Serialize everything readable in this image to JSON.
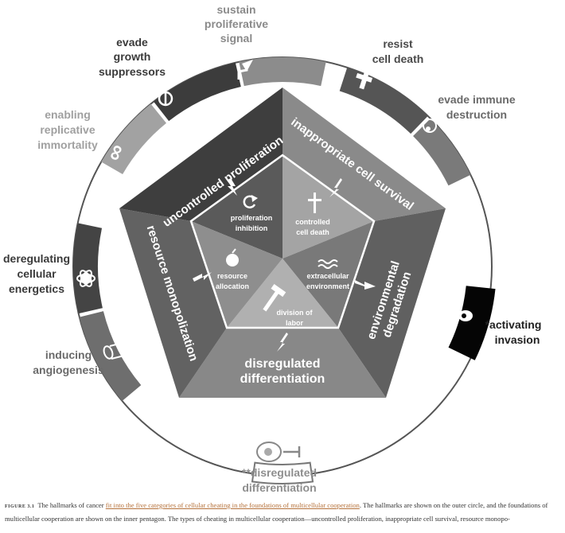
{
  "figure": {
    "outer_circle_hallmarks": [
      {
        "id": "sustain",
        "lines": [
          "sustain",
          "proliferative",
          "signal"
        ],
        "icon": "arrow-turn-icon",
        "label_color": "#8a8a8a",
        "band_color": "#8c8c8c"
      },
      {
        "id": "evade-growth",
        "lines": [
          "evade",
          "growth",
          "suppressors"
        ],
        "icon": "no-entry-icon",
        "label_color": "#3a3a3a",
        "band_color": "#3c3c3c"
      },
      {
        "id": "replicative",
        "lines": [
          "enabling",
          "replicative",
          "immortality"
        ],
        "icon": "infinity-icon",
        "label_color": "#a0a0a0",
        "band_color": "#a2a2a2"
      },
      {
        "id": "energetics",
        "lines": [
          "deregulating",
          "cellular",
          "energetics"
        ],
        "icon": "atom-icon",
        "label_color": "#3a3a3a",
        "band_color": "#444444"
      },
      {
        "id": "angiogenesis",
        "lines": [
          "inducing",
          "angiogenesis"
        ],
        "icon": "vessel-icon",
        "label_color": "#6a6a6a",
        "band_color": "#6e6e6e"
      },
      {
        "id": "differentiation",
        "lines": [
          "**disregulated",
          "differentiation"
        ],
        "icon": "cell-inhibit-icon",
        "label_color": "#8e8e8e",
        "band_color": "#ffffff"
      },
      {
        "id": "invasion",
        "lines": [
          "*activating",
          "invasion"
        ],
        "icon": "invading-cell-icon",
        "label_color": "#222222",
        "band_color": "#050505"
      },
      {
        "id": "immune",
        "lines": [
          "evade immune",
          "destruction"
        ],
        "icon": "immune-cell-icon",
        "label_color": "#6a6a6a",
        "band_color": "#7a7a7a"
      },
      {
        "id": "cell-death",
        "lines": [
          "resist",
          "cell death"
        ],
        "icon": "cross-icon",
        "label_color": "#4a4a4a",
        "band_color": "#555555"
      }
    ],
    "outer_pentagon_cheating": [
      {
        "id": "uncontrolled",
        "label": "uncontrolled proliferation",
        "color": "#3e3e3e"
      },
      {
        "id": "survival",
        "label": "inappropriate cell survival",
        "color": "#8a8a8a"
      },
      {
        "id": "environmental",
        "lines": [
          "environmental",
          "degradation"
        ],
        "color": "#606060"
      },
      {
        "id": "disregulated",
        "lines": [
          "disregulated",
          "differentiation"
        ],
        "color": "#888888"
      },
      {
        "id": "monopolization",
        "label": "resource monopolization",
        "color": "#626262"
      }
    ],
    "inner_pentagon_foundations": [
      {
        "id": "prolif-inhibition",
        "lines": [
          "proliferation",
          "inhibition"
        ],
        "icon": "cycle-arrow-icon",
        "color": "#5a5a5a"
      },
      {
        "id": "cell-death",
        "lines": [
          "controlled",
          "cell death"
        ],
        "icon": "cross-icon",
        "color": "#a4a4a4"
      },
      {
        "id": "extracellular",
        "lines": [
          "extracellular",
          "environment"
        ],
        "icon": "waves-icon",
        "color": "#797979"
      },
      {
        "id": "division-labor",
        "lines": [
          "division of",
          "labor"
        ],
        "icon": "hammer-icon",
        "color": "#b0b0b0"
      },
      {
        "id": "resource-alloc",
        "lines": [
          "resource",
          "allocation"
        ],
        "icon": "apple-icon",
        "color": "#8e8e8e"
      }
    ]
  },
  "caption": {
    "figure_number": "FIGURE 3.1",
    "text_before_link": "The hallmarks of cancer ",
    "link_text": "fit into the five categories of cellular cheating in the foundations of multicellular cooperation",
    "text_after_link": ". The hallmarks are shown on the outer circle, and the foundations of multicellular cooperation are shown on the inner pentagon. The types of cheating in multicellular cooperation—uncontrolled proliferation, inappropriate cell survival, resource monopo-",
    "link_color": "#b5713a"
  }
}
